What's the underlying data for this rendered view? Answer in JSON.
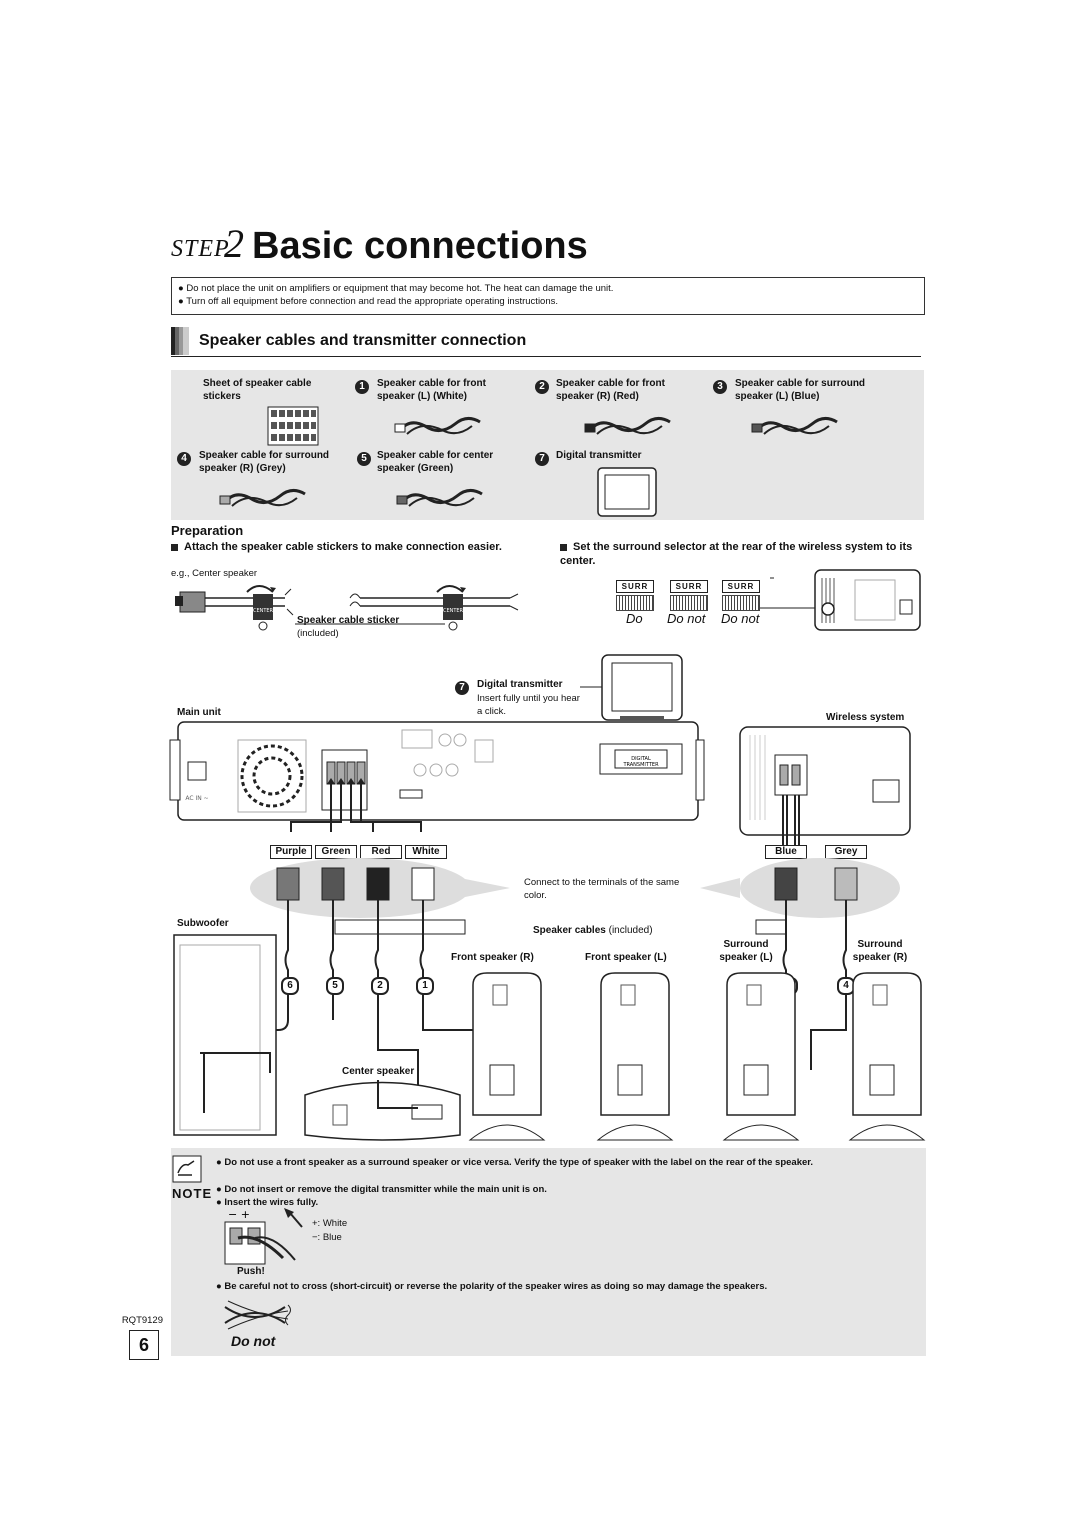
{
  "header": {
    "step_word": "STEP",
    "step_number": "2",
    "title": "Basic connections"
  },
  "warnings": [
    "Do not place the unit on amplifiers or equipment that may become hot. The heat can damage the unit.",
    "Turn off all equipment before connection and read the appropriate operating instructions."
  ],
  "section": {
    "title": "Speaker cables and transmitter connection"
  },
  "accessories": {
    "stickers": "Sheet of speaker cable stickers",
    "item1": {
      "num": "1",
      "label": "Speaker cable for front speaker (L) (White)"
    },
    "item2": {
      "num": "2",
      "label": "Speaker cable for front speaker (R) (Red)"
    },
    "item3": {
      "num": "3",
      "label": "Speaker cable for surround speaker (L) (Blue)"
    },
    "item4": {
      "num": "4",
      "label": "Speaker cable for surround speaker (R) (Grey)"
    },
    "item5": {
      "num": "5",
      "label": "Speaker cable for center speaker (Green)"
    },
    "item7": {
      "num": "7",
      "label": "Digital transmitter"
    }
  },
  "preparation": {
    "title": "Preparation",
    "step_a": "Attach the speaker cable stickers to make connection easier.",
    "example": "e.g., Center speaker",
    "sticker_label": "Speaker cable sticker",
    "sticker_note": "(included)",
    "step_b": "Set the surround selector at the rear of the wireless system to its center.",
    "surr_label": "SURR",
    "do_label": "Do",
    "donot_label": "Do not"
  },
  "diagram": {
    "transmitter_num": "7",
    "transmitter_label": "Digital transmitter",
    "transmitter_note": "Insert fully until you hear a click.",
    "main_unit": "Main unit",
    "wireless_system": "Wireless system",
    "colors": [
      "Purple",
      "Green",
      "Red",
      "White",
      "Blue",
      "Grey"
    ],
    "connect_note": "Connect to the terminals of the same color.",
    "subwoofer": "Subwoofer",
    "speaker_cables": "Speaker cables",
    "speaker_cables_note": "(included)",
    "front_r": "Front speaker (R)",
    "front_l": "Front speaker (L)",
    "surround_l": "Surround speaker (L)",
    "surround_r": "Surround speaker (R)",
    "center_speaker": "Center speaker",
    "nums": [
      "6",
      "5",
      "2",
      "1",
      "3",
      "4"
    ]
  },
  "note": {
    "label": "NOTE",
    "items": [
      "Do not use a front speaker as a surround speaker or vice versa. Verify the type of speaker with the label on the rear of the speaker.",
      "Do not insert or remove the digital transmitter while the main unit is on.",
      "Insert the wires fully."
    ],
    "plus_white": "+: White",
    "minus_blue": "−: Blue",
    "push": "Push!",
    "caution": "Be careful not to cross (short-circuit) or reverse the polarity of the speaker wires as doing so may damage the speakers.",
    "donot": "Do not"
  },
  "footer": {
    "code": "RQT9129",
    "page": "6"
  }
}
